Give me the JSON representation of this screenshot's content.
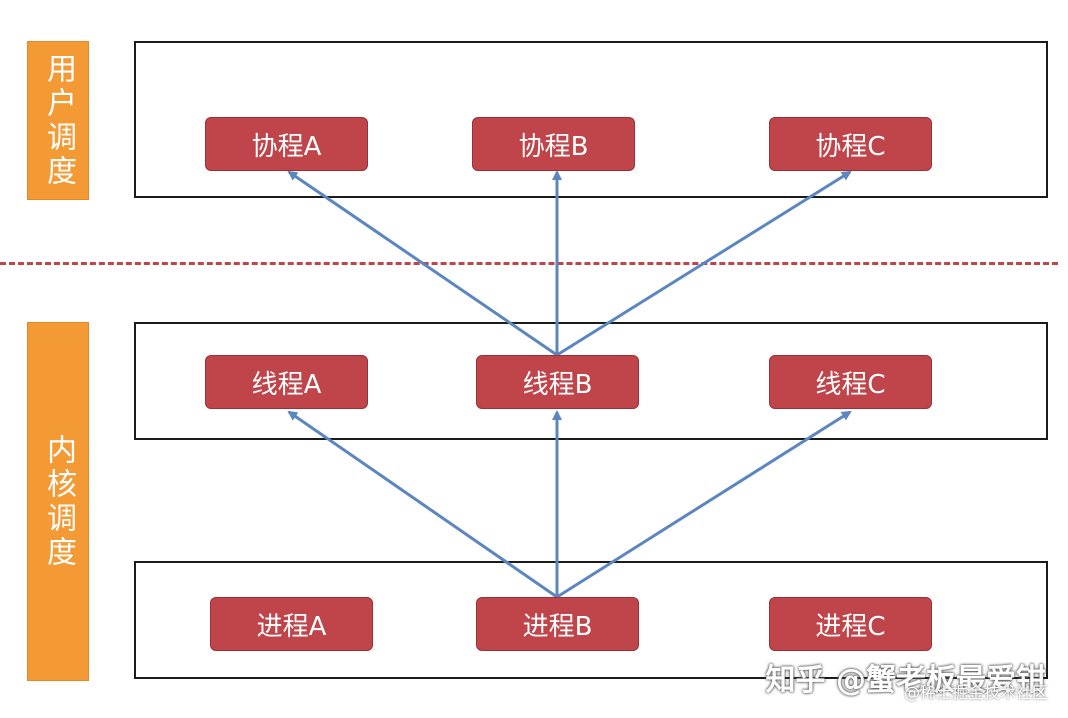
{
  "side_labels": {
    "user": "用户调度",
    "kernel": "内核调度"
  },
  "coroutines": [
    "协程A",
    "协程B",
    "协程C"
  ],
  "threads": [
    "线程A",
    "线程B",
    "线程C"
  ],
  "processes": [
    "进程A",
    "进程B",
    "进程C"
  ],
  "watermark": {
    "main": "知乎 @蟹老板最爱钳",
    "sub": "@稀土掘金技术社区"
  },
  "colors": {
    "node_fill": "#c0454a",
    "side_label_fill": "#f39a35",
    "arrow": "#5b86c0",
    "divider": "#c0454a"
  }
}
